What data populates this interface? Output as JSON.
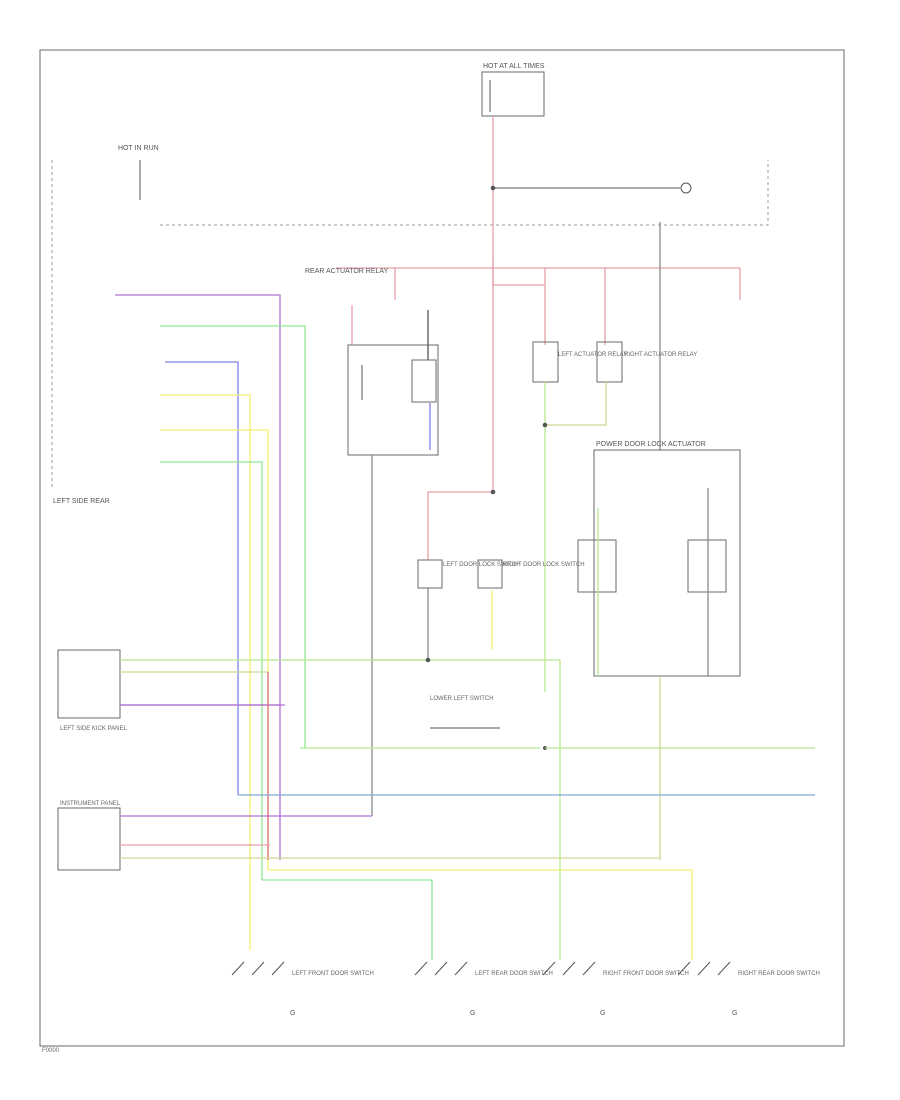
{
  "page": {
    "corner_code": "F0000",
    "ground_symbol": "G"
  },
  "labels": {
    "hot_at_all_times": "HOT AT ALL TIMES",
    "hot_in_run": "HOT IN RUN",
    "left_side_rear": "LEFT SIDE REAR",
    "rear_actuator_relay": "REAR ACTUATOR RELAY",
    "left_actuator_relay": "LEFT ACTUATOR RELAY",
    "right_actuator_relay": "RIGHT ACTUATOR RELAY",
    "left_door_lock_switch": "LEFT DOOR LOCK SWITCH",
    "right_door_lock_switch": "RIGHT DOOR LOCK SWITCH",
    "lower_left_switch": "LOWER LEFT SWITCH",
    "power_door_lock_actuator": "POWER DOOR LOCK ACTUATOR",
    "instrument_panel": "INSTRUMENT PANEL",
    "left_side_kick_panel": "LEFT SIDE KICK PANEL",
    "left_front_door_switch": "LEFT FRONT DOOR SWITCH",
    "left_rear_door_switch": "LEFT REAR DOOR SWITCH",
    "right_front_door_switch": "RIGHT FRONT DOOR SWITCH",
    "right_rear_door_switch": "RIGHT REAR DOOR SWITCH"
  },
  "wires": {
    "red": "#e8a0a8",
    "red_dark": "#d9707e",
    "violet": "#b070d0",
    "green": "#90e890",
    "blue": "#8080e8",
    "yellow": "#f0f070",
    "light_green": "#b8e890",
    "olive": "#d0d890",
    "sky": "#80a8d8",
    "gray": "#8a8a8a",
    "dark": "#555555"
  }
}
